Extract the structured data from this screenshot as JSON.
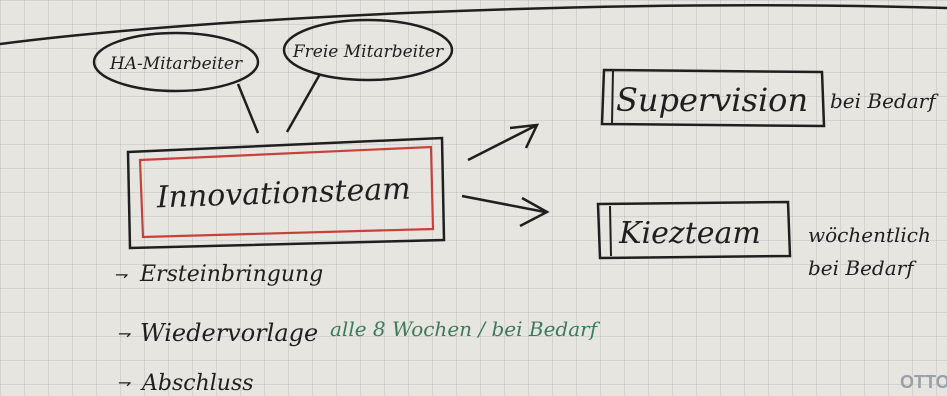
{
  "nodes": {
    "ha_mitarbeiter": "HA-Mitarbeiter",
    "freie_mitarbeiter": "Freie Mitarbeiter",
    "innovationsteam": "Innovationsteam",
    "supervision": "Supervision",
    "kiezteam": "Kiezteam"
  },
  "notes": {
    "supervision_freq": "bei Bedarf",
    "kiezteam_freq_line1": "wöchentlich",
    "kiezteam_freq_line2": "bei Bedarf"
  },
  "steps": [
    {
      "label": "Ersteinbringung"
    },
    {
      "label": "Wiedervorlage",
      "note": "alle 8 Wochen / bei Bedarf"
    },
    {
      "label": "Abschluss"
    }
  ],
  "logo": "OTTO",
  "colors": {
    "ink": "#1f1f1f",
    "red": "#c8403a",
    "green": "#3d7a5c",
    "logo": "#9a9fa8"
  }
}
